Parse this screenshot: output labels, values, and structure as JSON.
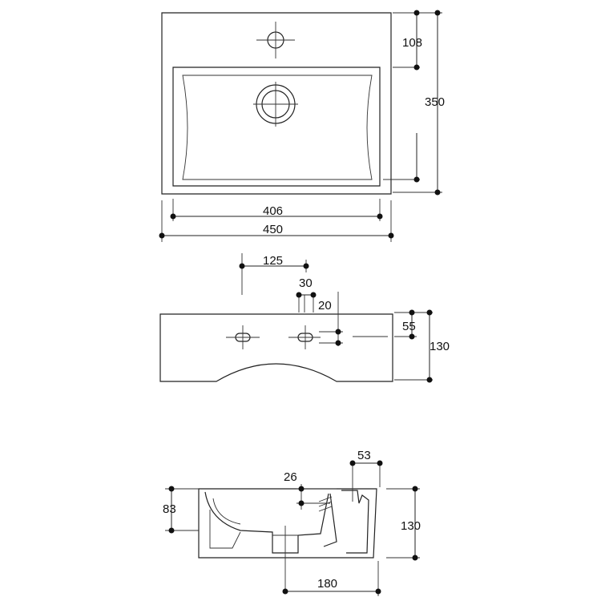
{
  "colors": {
    "line": "#222222",
    "text": "#111111",
    "background": "#ffffff"
  },
  "top_view": {
    "dim_108": "108",
    "dim_350": "350",
    "dim_406": "406",
    "dim_450": "450"
  },
  "front_view": {
    "dim_125": "125",
    "dim_30": "30",
    "dim_20": "20",
    "dim_55": "55",
    "dim_130": "130"
  },
  "side_view": {
    "dim_53": "53",
    "dim_26": "26",
    "dim_83": "83",
    "dim_130": "130",
    "dim_180": "180"
  }
}
